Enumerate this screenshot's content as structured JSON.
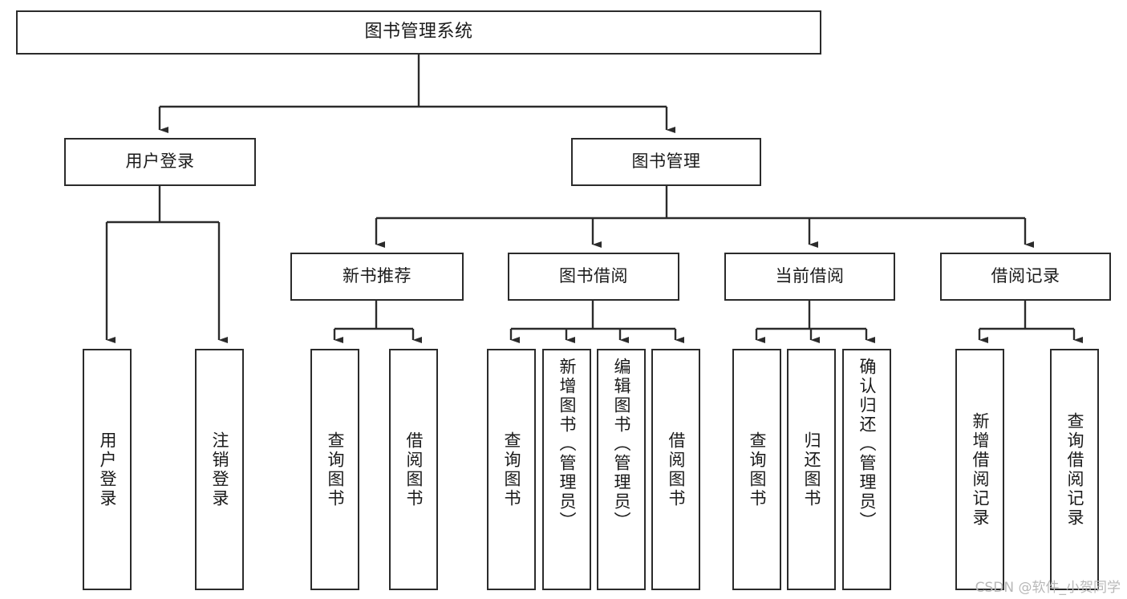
{
  "diagram": {
    "title": "图书管理系统",
    "type": "功能结构图",
    "line_color": "#2b2b2b",
    "box_fill": "#ffffff",
    "text_color": "#1a1a1a"
  },
  "nodes": {
    "root": {
      "label": "图书管理系统"
    },
    "level2": [
      {
        "id": "user-login",
        "label": "用户登录"
      },
      {
        "id": "book-management",
        "label": "图书管理"
      }
    ],
    "level3": [
      {
        "id": "new-book-recommend",
        "label": "新书推荐"
      },
      {
        "id": "book-borrow",
        "label": "图书借阅"
      },
      {
        "id": "current-borrow",
        "label": "当前借阅"
      },
      {
        "id": "borrow-record",
        "label": "借阅记录"
      }
    ],
    "leaves": {
      "user_login": [
        {
          "id": "leaf-user-login",
          "label": "用户登录"
        },
        {
          "id": "leaf-logout-login",
          "label": "注销登录"
        }
      ],
      "new_book_recommend": [
        {
          "id": "leaf-query-book-1",
          "label": "查询图书"
        },
        {
          "id": "leaf-borrow-book-1",
          "label": "借阅图书"
        }
      ],
      "book_borrow": [
        {
          "id": "leaf-query-book-2",
          "label": "查询图书"
        },
        {
          "id": "leaf-add-book",
          "label": "新增图书（管理员）"
        },
        {
          "id": "leaf-edit-book",
          "label": "编辑图书（管理员）"
        },
        {
          "id": "leaf-borrow-book-2",
          "label": "借阅图书"
        }
      ],
      "current_borrow": [
        {
          "id": "leaf-query-book-3",
          "label": "查询图书"
        },
        {
          "id": "leaf-return-book",
          "label": "归还图书"
        },
        {
          "id": "leaf-confirm-return",
          "label": "确认归还（管理员）"
        }
      ],
      "borrow_record": [
        {
          "id": "leaf-add-record",
          "label": "新增借阅记录"
        },
        {
          "id": "leaf-query-record",
          "label": "查询借阅记录"
        }
      ]
    }
  },
  "watermark": {
    "text": "CSDN @软件_小贺同学"
  }
}
